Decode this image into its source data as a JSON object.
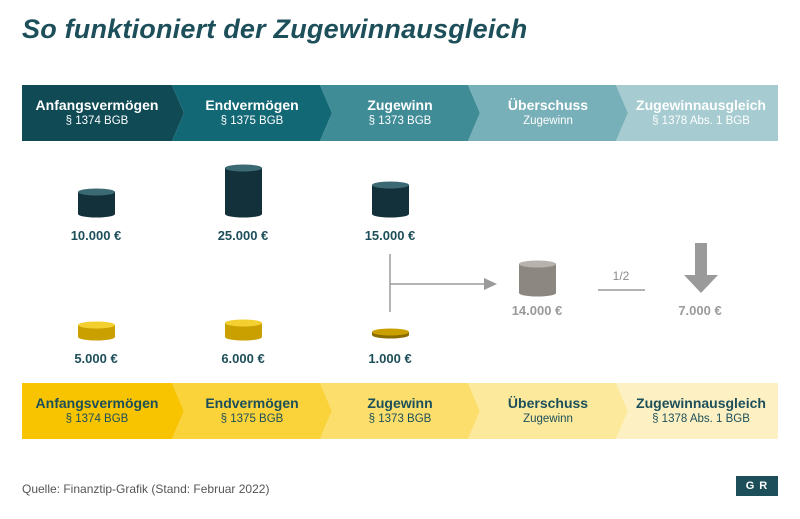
{
  "title": "So funktioniert der Zugewinnausgleich",
  "top_band": [
    {
      "label": "Anfangsvermögen",
      "sub": "§ 1374 BGB",
      "color": "#0f4a55"
    },
    {
      "label": "Endvermögen",
      "sub": "§ 1375 BGB",
      "color": "#126874"
    },
    {
      "label": "Zugewinn",
      "sub": "§ 1373 BGB",
      "color": "#3f8c97"
    },
    {
      "label": "Überschuss",
      "sub": "Zugewinn",
      "color": "#77b0b8"
    },
    {
      "label": "Zugewinnausgleich",
      "sub": "§ 1378 Abs. 1 BGB",
      "color": "#a6cbd0"
    }
  ],
  "bottom_band": [
    {
      "label": "Anfangsvermögen",
      "sub": "§ 1374 BGB",
      "color": "#f8c400"
    },
    {
      "label": "Endvermögen",
      "sub": "§ 1375 BGB",
      "color": "#fad23a"
    },
    {
      "label": "Zugewinn",
      "sub": "§ 1373 BGB",
      "color": "#fbde6c"
    },
    {
      "label": "Überschuss",
      "sub": "Zugewinn",
      "color": "#fce99c"
    },
    {
      "label": "Zugewinnausgleich",
      "sub": "§ 1378 Abs. 1 BGB",
      "color": "#fdf1c4"
    }
  ],
  "amounts": {
    "top": [
      "10.000 €",
      "25.000 €",
      "15.000 €"
    ],
    "bottom": [
      "5.000 €",
      "6.000 €",
      "1.000 €"
    ],
    "surplus": "14.000 €",
    "compensation": "7.000 €",
    "divisor": "1/2"
  },
  "source": "Quelle: Finanztip-Grafik (Stand: Februar 2022)",
  "logo": "GR"
}
